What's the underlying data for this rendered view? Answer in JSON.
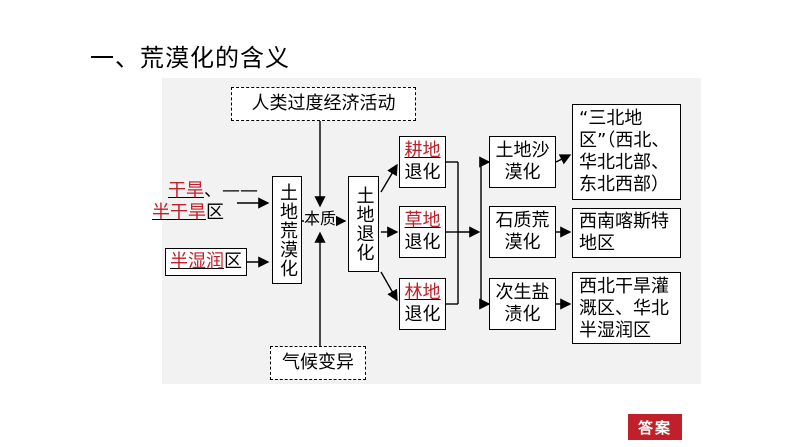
{
  "title": "一、荒漠化的含义",
  "human_activity": "人类过度经济活动",
  "climate": "气候变异",
  "arid": {
    "l1_red": "干旱",
    "l1_tail": "、——",
    "l2_red": "半干旱",
    "l2_tail": "区"
  },
  "semi_humid": {
    "red": "半湿润",
    "tail": "区"
  },
  "desertification": "土地荒漠化",
  "essence": "本质",
  "land_degradation": "土地退化",
  "cropland": {
    "red": "耕地",
    "tail": "退化"
  },
  "grassland": {
    "red": "草地",
    "tail": "退化"
  },
  "forest": {
    "red": "林地",
    "tail": "退化"
  },
  "types": [
    {
      "name": "土地沙漠化",
      "region": "“三北地区”（西北、华北北部、东北西部）"
    },
    {
      "name": "石质荒漠化",
      "region": "西南喀斯特地区"
    },
    {
      "name": "次生盐渍化",
      "region": "西北干旱灌溉区、华北半湿润区"
    }
  ],
  "answer_button": "答案"
}
